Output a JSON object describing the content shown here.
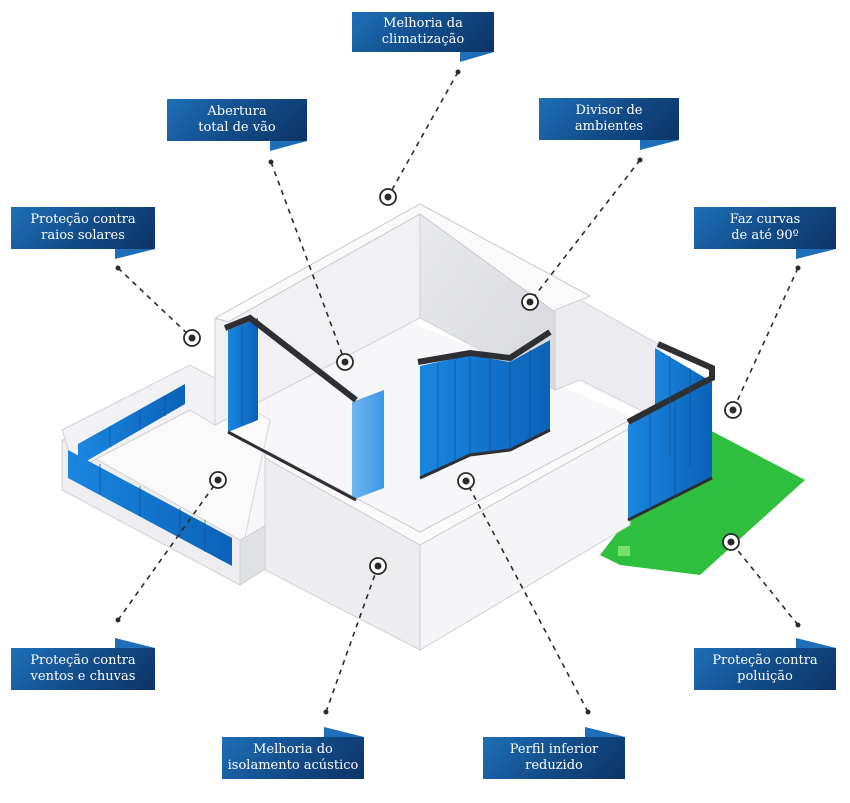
{
  "labels": {
    "climatizacao": [
      "Melhoria da",
      "climatização"
    ],
    "abertura": [
      "Abertura",
      "total de vão"
    ],
    "divisor": [
      "Divisor de",
      "ambientes"
    ],
    "raios": [
      "Proteção contra",
      "raios solares"
    ],
    "curvas": [
      "Faz curvas",
      "de até 90º"
    ],
    "ventos": [
      "Proteção contra",
      "ventos e chuvas"
    ],
    "acustico": [
      "Melhoria do",
      "isolamento acústico"
    ],
    "perfil": [
      "Perfil inferior",
      "reduzido"
    ],
    "poluicao": [
      "Proteção contra",
      "poluição"
    ]
  },
  "colors": {
    "label_blue": "#124a86",
    "glass_blue": "#1a86e0",
    "lawn_green": "#2fbf3e",
    "wall_white": "#f4f4f6",
    "frame_dark": "#2d2f33"
  }
}
